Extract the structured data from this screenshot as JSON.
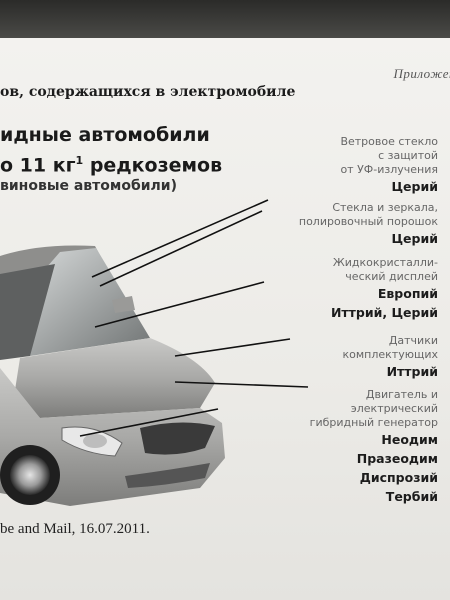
{
  "header": {
    "running_head": "Приложен",
    "caption": "ов, содержащихся в электромобиле"
  },
  "title": {
    "line1": "идные автомобили",
    "line2_prefix": "о 11 кг",
    "line2_sup": "1",
    "line2_suffix": " редкоземов",
    "subtitle": "виновые автомобили)"
  },
  "callouts": [
    {
      "label_lines": [
        "Ветровое стекло",
        "с защитой",
        "от УФ-излучения"
      ],
      "elements": [
        "Церий"
      ]
    },
    {
      "label_lines": [
        "Стекла и зеркала,",
        "полировочный порошок"
      ],
      "elements": [
        "Церий"
      ]
    },
    {
      "label_lines": [
        "Жидкокристалли-",
        "ческий дисплей"
      ],
      "elements": [
        "Европий",
        "Иттрий, Церий"
      ]
    },
    {
      "label_lines": [
        "Датчики",
        "комплектующих"
      ],
      "elements": [
        "Иттрий"
      ]
    },
    {
      "label_lines": [
        "Двигатель и",
        "электрический",
        "гибридный генератор"
      ],
      "elements": [
        "Неодим",
        "Празеодим",
        "Диспрозий",
        "Тербий"
      ]
    }
  ],
  "source": "be and Mail, 16.07.2011."
}
